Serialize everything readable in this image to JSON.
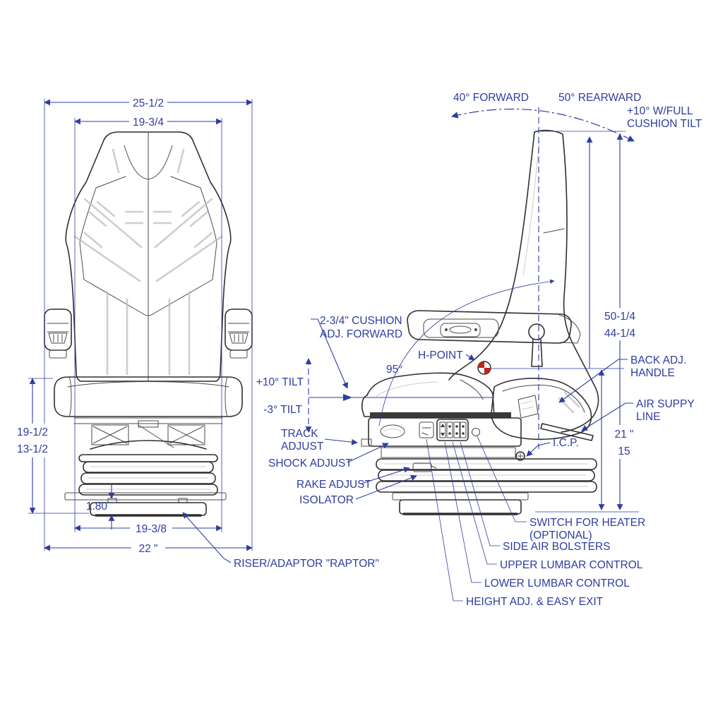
{
  "colors": {
    "annotation_blue": "#2e3da0",
    "drawing_dark": "#2f2f2f",
    "hpoint_red": "#c42222"
  },
  "front_view": {
    "dims": {
      "overall_width_top": "25-1/2",
      "back_width": "19-3/4",
      "height_range_upper": "19-1/2",
      "height_range_lower": "13-1/2",
      "riser_height": "1.80",
      "base_width": "19-3/8",
      "overall_width_bottom": "22 \""
    },
    "labels": {
      "riser": "RISER/ADAPTOR \"RAPTOR\""
    }
  },
  "side_view": {
    "recline": {
      "forward": "40° FORWARD",
      "rearward": "50° REARWARD",
      "cushion_tilt_1": "+10° W/FULL",
      "cushion_tilt_2": "CUSHION TILT"
    },
    "dims": {
      "height_max": "50-1/4",
      "height_min": "44-1/4",
      "h_point_height_max": "21 \"",
      "h_point_height_min": "15",
      "back_angle": "95°",
      "tilt_up": "+10° TILT",
      "tilt_down": "-3° TILT"
    },
    "labels": {
      "cushion_adj_1": "2-3/4\" CUSHION",
      "cushion_adj_2": "ADJ. FORWARD",
      "h_point": "H-POINT",
      "back_adj_1": "BACK ADJ.",
      "back_adj_2": "HANDLE",
      "air_supply_1": "AIR SUPPY",
      "air_supply_2": "LINE",
      "icp": "I.C.P.",
      "track_adjust_1": "TRACK",
      "track_adjust_2": "ADJUST",
      "shock_adjust": "SHOCK ADJUST",
      "rake_adjust": "RAKE ADJUST",
      "isolator": "ISOLATOR",
      "heater_1": "SWITCH FOR HEATER",
      "heater_2": "(OPTIONAL)",
      "side_air_bolsters": "SIDE AIR BOLSTERS",
      "upper_lumbar": "UPPER LUMBAR CONTROL",
      "lower_lumbar": "LOWER LUMBAR CONTROL",
      "height_adj": "HEIGHT ADJ. & EASY EXIT"
    }
  }
}
